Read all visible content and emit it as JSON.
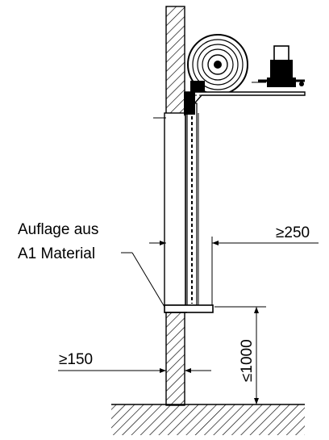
{
  "labels": {
    "support_line1": "Auflage aus",
    "support_line2": "A1 Material",
    "dim_top_right": "≥250",
    "dim_left": "≥150",
    "dim_vertical": "≤1000"
  },
  "icons": [
    "hose-reel-icon",
    "pump-unit-icon"
  ],
  "colors": {
    "line": "#000000",
    "background": "#ffffff"
  }
}
